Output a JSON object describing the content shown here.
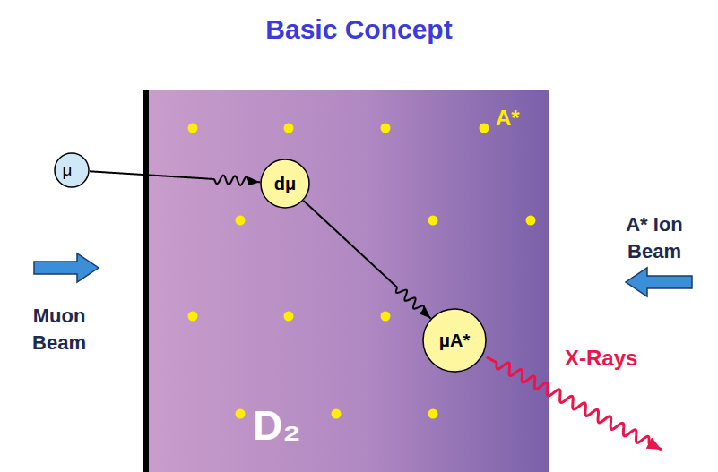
{
  "diagram": {
    "title": "Basic Concept",
    "nodes": [
      {
        "text": [
          "μ⁻"
        ]
      },
      {
        "text": [
          "D₂"
        ]
      },
      {
        "text": [
          "dμ"
        ],
        "in": 1
      },
      {
        "text": [
          "μA*"
        ],
        "in": 1
      }
    ],
    "edges": [
      {
        "from": 0,
        "to": 2,
        "arrow": "to"
      },
      {
        "from": 2,
        "to": 3,
        "arrow": "to"
      }
    ],
    "labels": [
      "A*",
      "A* Ion Beam",
      "Muon Beam",
      "X-Rays"
    ]
  }
}
